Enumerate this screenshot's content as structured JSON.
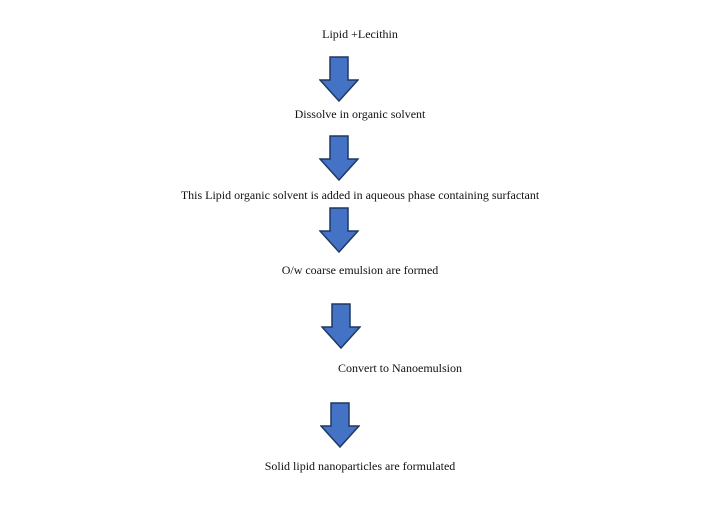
{
  "flowchart": {
    "steps": [
      "Lipid +Lecithin",
      "Dissolve in organic solvent",
      "This Lipid organic solvent is added in aqueous phase containing surfactant",
      "O/w coarse emulsion are formed",
      "Convert to Nanoemulsion",
      "Solid lipid nanoparticles are formulated"
    ]
  },
  "colors": {
    "arrow_fill": "#4472C4",
    "arrow_stroke": "#1F3864",
    "text": "#111111",
    "background": "#ffffff"
  },
  "icons": {
    "connector": "down-arrow-icon"
  }
}
